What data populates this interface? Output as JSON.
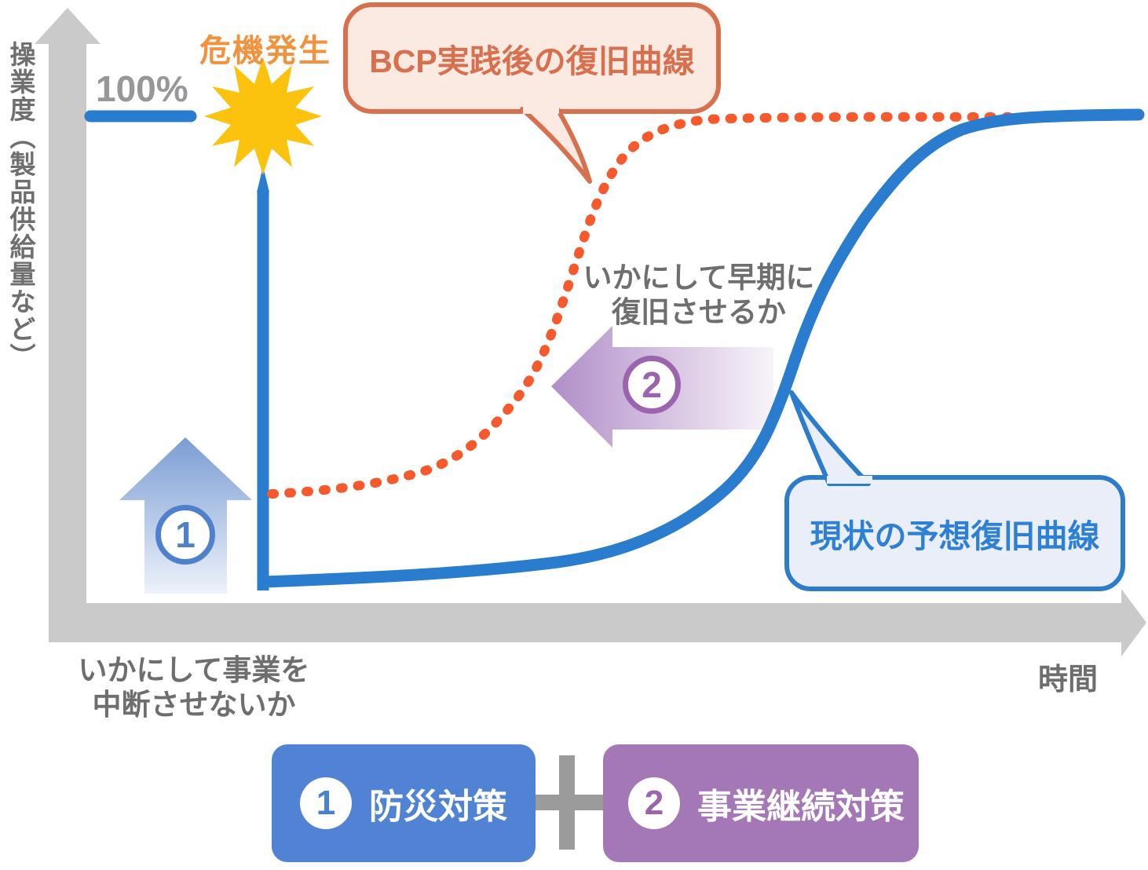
{
  "diagram": {
    "y_axis_label": "操業度（製品供給量など）",
    "x_axis_label": "時間",
    "capacity_100_label": "100%",
    "crisis_label": "危機発生",
    "bcp_curve_bubble_label": "BCP実践後の復旧曲線",
    "current_curve_bubble_label": "現状の予想復旧曲線",
    "early_recovery_note": [
      "いかにして早期に",
      "復旧させるか"
    ],
    "no_interruption_note": [
      "いかにして事業を",
      "中断させないか"
    ],
    "step1_marker": "1",
    "step2_marker": "2",
    "curves": [
      {
        "name": "BCP実践後の復旧曲線",
        "style": "dotted",
        "color": "#F6592C"
      },
      {
        "name": "現状の予想復旧曲線",
        "style": "solid",
        "color": "#2A7CCE"
      }
    ]
  },
  "legend": {
    "measure1": {
      "number": "1",
      "label": "防災対策"
    },
    "plus": "+",
    "measure2": {
      "number": "2",
      "label": "事業継続対策"
    }
  },
  "colors": {
    "primary_blue": "#2A7CCE",
    "orange_dotted": "#F6592C",
    "crisis_orange": "#F0923E",
    "star_yellow": "#FBC30D",
    "axis_gray": "#CACACA",
    "note_gray": "#6E6E6E",
    "bubble_orange_border": "#D8704E",
    "bubble_orange_fill": "#FBEAE2",
    "bubble_blue_border": "#2C7CCE",
    "bubble_blue_fill": "#E9EEF8",
    "step1_blue": "#4E80CC",
    "step2_purple": "#9C63AE",
    "badge_blue": "#5083D4",
    "badge_purple": "#A478B6",
    "plus_gray": "#9B9B9B"
  }
}
